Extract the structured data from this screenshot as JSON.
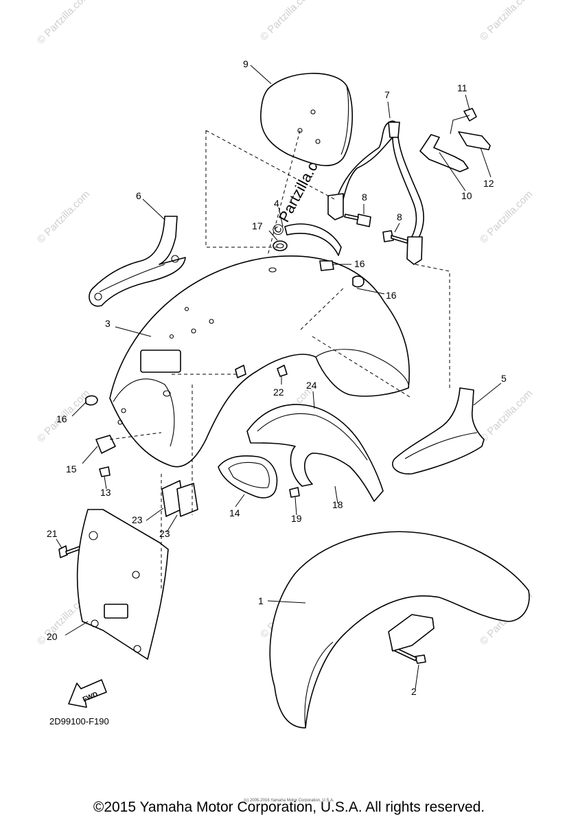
{
  "callouts": [
    "1",
    "2",
    "3",
    "4",
    "5",
    "6",
    "7",
    "8",
    "8",
    "9",
    "10",
    "11",
    "12",
    "13",
    "14",
    "15",
    "16",
    "16",
    "16",
    "17",
    "18",
    "19",
    "20",
    "21",
    "22",
    "23",
    "23",
    "24"
  ],
  "watermark": {
    "small": "© Partzilla.com",
    "center": "© Partzilla.com"
  },
  "fwd_label": "FWD",
  "diagram_code": "2D99100-F190",
  "tiny_notice": "(c) 2005-2016 Yamaha Motor Corporation, U.S.A.",
  "copyright": "©2015 Yamaha Motor Corporation, U.S.A. All rights reserved."
}
